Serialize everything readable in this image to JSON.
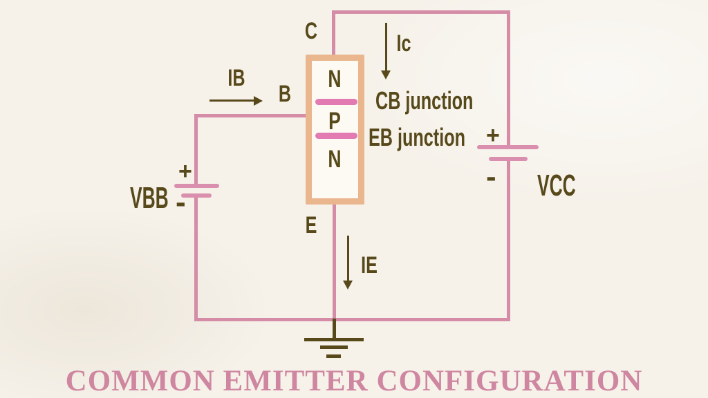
{
  "title": "COMMON EMITTER CONFIGURATION",
  "transistor": {
    "regions": [
      "N",
      "P",
      "N"
    ],
    "junction_labels": {
      "cb": "CB junction",
      "eb": "EB junction"
    }
  },
  "terminals": {
    "collector": "C",
    "base": "B",
    "emitter": "E"
  },
  "currents": {
    "base": "IB",
    "collector": "Ic",
    "emitter": "IE"
  },
  "sources": {
    "vbb": {
      "label": "VBB",
      "plus": "+",
      "minus": "-"
    },
    "vcc": {
      "label": "VCC",
      "plus": "+",
      "minus": "-"
    }
  },
  "colors": {
    "background": "#f6f2ea",
    "wire_pink": "#d48ca7",
    "junction_bar_pink": "#e27bb2",
    "transistor_border_tan": "#e9b68d",
    "dark_olive_text": "#57491a",
    "title_pink": "#cf86a0"
  }
}
